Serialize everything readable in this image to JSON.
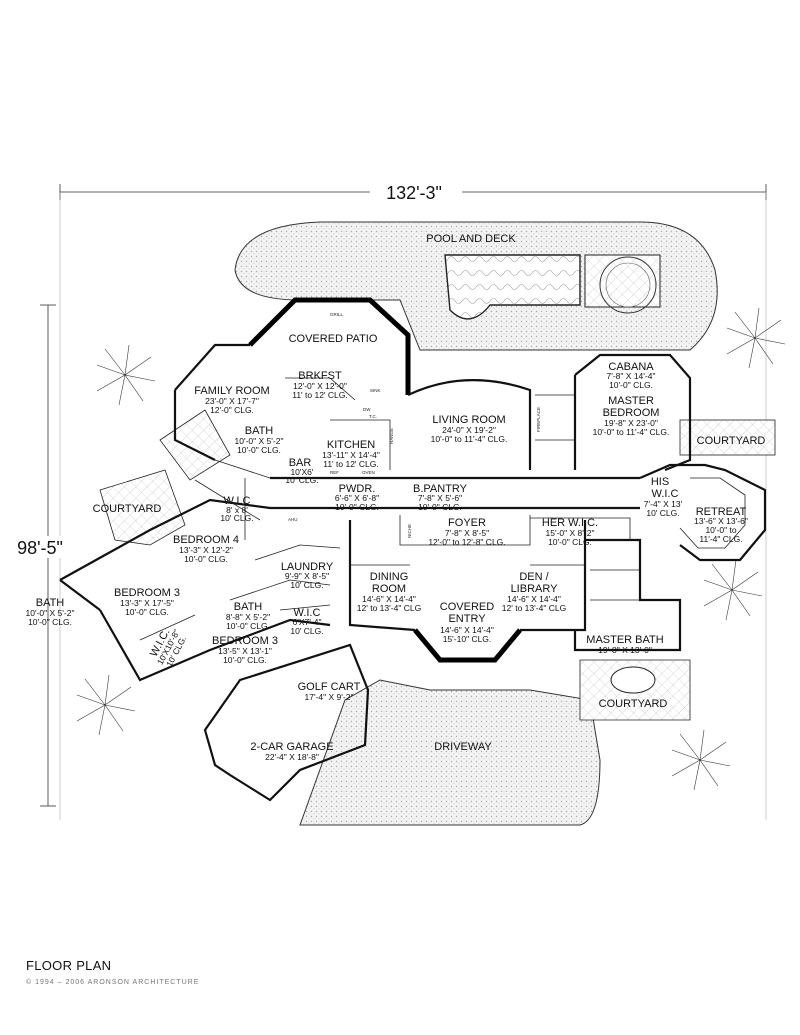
{
  "overall": {
    "width_label": "132'-3\"",
    "depth_label": "98'-5\""
  },
  "labels": {
    "pool_deck": "POOL AND DECK",
    "driveway": "DRIVEWAY",
    "courtyard_left": "COURTYARD",
    "courtyard_right": "COURTYARD",
    "courtyard_bottom": "COURTYARD"
  },
  "rooms": {
    "covered_patio": {
      "name": "COVERED PATIO"
    },
    "brkfst": {
      "name": "BRKFST",
      "dim": "12'-0\" X 12'-0\"",
      "clg": "11' to 12' CLG."
    },
    "family_room": {
      "name": "FAMILY ROOM",
      "dim": "23'-0\" X 17'-7\"",
      "clg": "12'-0\" CLG."
    },
    "bath1": {
      "name": "BATH",
      "dim": "10'-0\" X 5'-2\"",
      "clg": "10'-0\" CLG."
    },
    "kitchen": {
      "name": "KITCHEN",
      "dim": "13'-11\" X 14'-4\"",
      "clg": "11' to 12' CLG."
    },
    "bar": {
      "name": "BAR",
      "dim": "10'X6'",
      "clg": "10' CLG."
    },
    "living_room": {
      "name": "LIVING ROOM",
      "dim": "24'-0\" X 19'-2\"",
      "clg": "10'-0\" to 11'-4\" CLG."
    },
    "cabana": {
      "name": "CABANA",
      "dim": "7'-8\" X 14'-4\"",
      "clg": "10'-0\" CLG."
    },
    "master_bedroom": {
      "name1": "MASTER",
      "name2": "BEDROOM",
      "dim": "19'-8\" X 23'-0\"",
      "clg": "10'-0\" to 11'-4\" CLG."
    },
    "wic1": {
      "name": "W.I.C",
      "dim": "8' x 8'",
      "clg": "10' CLG."
    },
    "pwdr": {
      "name": "PWDR.",
      "dim": "6'-6\" X 6'-8\"",
      "clg": "10'-0\" CLG."
    },
    "b_pantry": {
      "name": "B.PANTRY",
      "dim": "7'-8\" X 5'-6\"",
      "clg": "10'-0\" CLG."
    },
    "his_wic": {
      "name1": "HIS",
      "name2": "W.I.C",
      "dim": "7'-4\" X 13'",
      "clg": "10' CLG."
    },
    "retreat": {
      "name": "RETREAT",
      "dim": "13'-6\" X 13'-6\"",
      "clg1": "10'-0\" to",
      "clg2": "11'-4\" CLG."
    },
    "bedroom4": {
      "name": "BEDROOM 4",
      "dim": "13'-3\" X 12'-2\"",
      "clg": "10'-0\" CLG."
    },
    "foyer": {
      "name": "FOYER",
      "dim": "7'-8\" X 8'-5\"",
      "clg": "12'-0\" to 12'-8\" CLG."
    },
    "her_wic": {
      "name": "HER W.I.C.",
      "dim": "15'-0\" X 8'-2\"",
      "clg": "10'-0\" CLG."
    },
    "laundry": {
      "name": "LAUNDRY",
      "dim": "9'-9\" X 8'-5\"",
      "clg": "10' CLG."
    },
    "bedroom3": {
      "name": "BEDROOM 3",
      "dim": "13'-3\" X 17'-5\"",
      "clg": "10'-0\" CLG."
    },
    "bath_left": {
      "name": "BATH",
      "dim": "10'-0\" X 5'-2\"",
      "clg": "10'-0\" CLG."
    },
    "dining_room": {
      "name1": "DINING",
      "name2": "ROOM",
      "dim": "14'-6\" X 14'-4\"",
      "clg": "12' to 13'-4\" CLG"
    },
    "den_library": {
      "name1": "DEN /",
      "name2": "LIBRARY",
      "dim": "14'-6\" X 14'-4\"",
      "clg": "12' to 13'-4\" CLG"
    },
    "bath2": {
      "name": "BATH",
      "dim": "8'-8\" X 5'-2\"",
      "clg": "10'-0\" CLG."
    },
    "wic2": {
      "name": "W.I.C",
      "dim": "6'X7'-4\"",
      "clg": "10' CLG."
    },
    "wic3": {
      "name": "W.I.C.",
      "dim": "10'X10'-8\"",
      "clg": "10' CLG."
    },
    "bedroom5": {
      "name": "BEDROOM 3",
      "dim": "13'-5\" X 13'-1\"",
      "clg": "10'-0\" CLG."
    },
    "covered_entry": {
      "name1": "COVERED",
      "name2": "ENTRY",
      "dim": "14'-6\" X 14'-4\"",
      "clg": "15'-10\" CLG."
    },
    "master_bath": {
      "name": "MASTER BATH",
      "dim": "19'-8\" X 13'-0\""
    },
    "golf_cart": {
      "name": "GOLF CART",
      "dim": "17'-4\" X 9'-2\""
    },
    "garage": {
      "name": "2-CAR GARAGE",
      "dim": "22'-4\" X 18'-8\""
    }
  },
  "fixtures": {
    "grill": "GRILL",
    "sink": "SINK",
    "dw": "DW",
    "ref": "REF",
    "oven": "OVEN",
    "range": "RANGE",
    "fireplace": "FIREPLACE",
    "niche": "NICHE",
    "ahu": "AHU",
    "tc": "T.C."
  },
  "footer": {
    "title": "FLOOR PLAN",
    "copyright": "© 1994 – 2006 ARONSON ARCHITECTURE"
  }
}
